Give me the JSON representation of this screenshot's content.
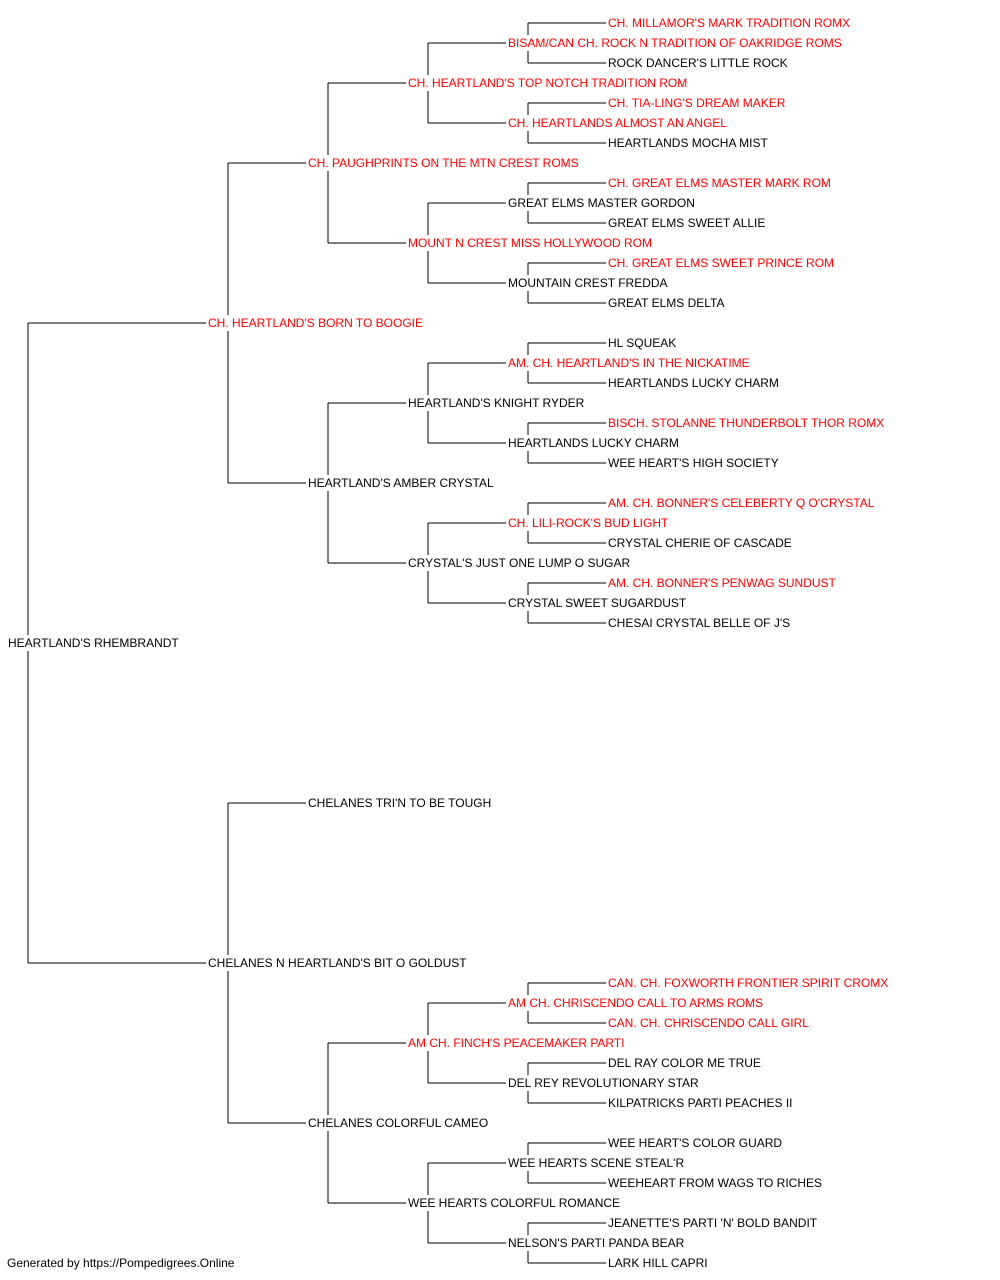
{
  "pedigree": {
    "root": {
      "name": "HEARTLAND'S RHEMBRANDT",
      "champion": false
    },
    "sire": {
      "name": "CH. HEARTLAND'S BORN TO BOOGIE",
      "champion": true,
      "sire": {
        "name": "CH. PAUGHPRINTS ON THE MTN CREST ROMS",
        "champion": true,
        "sire": {
          "name": "CH. HEARTLAND'S TOP NOTCH TRADITION ROM",
          "champion": true,
          "sire": {
            "name": "BISAM/CAN CH. ROCK N TRADITION OF OAKRIDGE ROMS",
            "champion": true,
            "sire": {
              "name": "CH. MILLAMOR'S MARK TRADITION ROMX",
              "champion": true
            },
            "dam": {
              "name": "ROCK DANCER'S LITTLE ROCK",
              "champion": false
            }
          },
          "dam": {
            "name": "CH. HEARTLANDS ALMOST AN ANGEL",
            "champion": true,
            "sire": {
              "name": "CH. TIA-LING'S DREAM MAKER",
              "champion": true
            },
            "dam": {
              "name": "HEARTLANDS MOCHA MIST",
              "champion": false
            }
          }
        },
        "dam": {
          "name": "MOUNT N CREST MISS HOLLYWOOD ROM",
          "champion": true,
          "sire": {
            "name": "GREAT ELMS MASTER GORDON",
            "champion": false,
            "sire": {
              "name": "CH. GREAT ELMS MASTER MARK ROM",
              "champion": true
            },
            "dam": {
              "name": "GREAT ELMS SWEET ALLIE",
              "champion": false
            }
          },
          "dam": {
            "name": "MOUNTAIN CREST FREDDA",
            "champion": false,
            "sire": {
              "name": "CH. GREAT ELMS SWEET PRINCE ROM",
              "champion": true
            },
            "dam": {
              "name": "GREAT ELMS DELTA",
              "champion": false
            }
          }
        }
      },
      "dam": {
        "name": "HEARTLAND'S AMBER CRYSTAL",
        "champion": false,
        "sire": {
          "name": "HEARTLAND'S KNIGHT RYDER",
          "champion": false,
          "sire": {
            "name": "AM. CH. HEARTLAND'S IN THE NICKATIME",
            "champion": true,
            "sire": {
              "name": "HL SQUEAK",
              "champion": false
            },
            "dam": {
              "name": "HEARTLANDS LUCKY CHARM",
              "champion": false
            }
          },
          "dam": {
            "name": "HEARTLANDS LUCKY CHARM",
            "champion": false,
            "sire": {
              "name": "BISCH. STOLANNE THUNDERBOLT THOR ROMX",
              "champion": true
            },
            "dam": {
              "name": "WEE HEART'S HIGH SOCIETY",
              "champion": false
            }
          }
        },
        "dam": {
          "name": "CRYSTAL'S JUST ONE LUMP O SUGAR",
          "champion": false,
          "sire": {
            "name": "CH. LILI-ROCK'S BUD LIGHT",
            "champion": true,
            "sire": {
              "name": "AM. CH. BONNER'S CELEBERTY Q O'CRYSTAL",
              "champion": true
            },
            "dam": {
              "name": "CRYSTAL CHERIE OF CASCADE",
              "champion": false
            }
          },
          "dam": {
            "name": "CRYSTAL SWEET SUGARDUST",
            "champion": false,
            "sire": {
              "name": "AM. CH. BONNER'S PENWAG SUNDUST",
              "champion": true
            },
            "dam": {
              "name": "CHESAI CRYSTAL BELLE OF J'S",
              "champion": false
            }
          }
        }
      }
    },
    "dam": {
      "name": "CHELANES N HEARTLAND'S BIT O GOLDUST",
      "champion": false,
      "sire": {
        "name": "CHELANES TRI'N TO BE TOUGH",
        "champion": false
      },
      "dam": {
        "name": "CHELANES COLORFUL CAMEO",
        "champion": false,
        "sire": {
          "name": "AM CH. FINCH'S PEACEMAKER PARTI",
          "champion": true,
          "sire": {
            "name": "AM CH. CHRISCENDO CALL TO ARMS ROMS",
            "champion": true,
            "sire": {
              "name": "CAN. CH. FOXWORTH FRONTIER SPIRIT CROMX",
              "champion": true
            },
            "dam": {
              "name": "CAN. CH. CHRISCENDO CALL GIRL",
              "champion": true
            }
          },
          "dam": {
            "name": "DEL REY REVOLUTIONARY STAR",
            "champion": false,
            "sire": {
              "name": "DEL RAY COLOR ME TRUE",
              "champion": false
            },
            "dam": {
              "name": "KILPATRICKS PARTI PEACHES II",
              "champion": false
            }
          }
        },
        "dam": {
          "name": "WEE HEARTS COLORFUL ROMANCE",
          "champion": false,
          "sire": {
            "name": "WEE HEARTS SCENE STEAL'R",
            "champion": false,
            "sire": {
              "name": "WEE HEART'S COLOR GUARD",
              "champion": false
            },
            "dam": {
              "name": "WEEHEART FROM WAGS TO RICHES",
              "champion": false
            }
          },
          "dam": {
            "name": "NELSON'S PARTI PANDA BEAR",
            "champion": false,
            "sire": {
              "name": "JEANETTE'S PARTI 'N' BOLD BANDIT",
              "champion": false
            },
            "dam": {
              "name": "LARK HILL CAPRI",
              "champion": false
            }
          }
        }
      }
    }
  },
  "footer": "Generated by https://Pompedigrees.Online",
  "colors": {
    "champion": "#ff0000",
    "plain": "#000000",
    "line": "#000000"
  }
}
